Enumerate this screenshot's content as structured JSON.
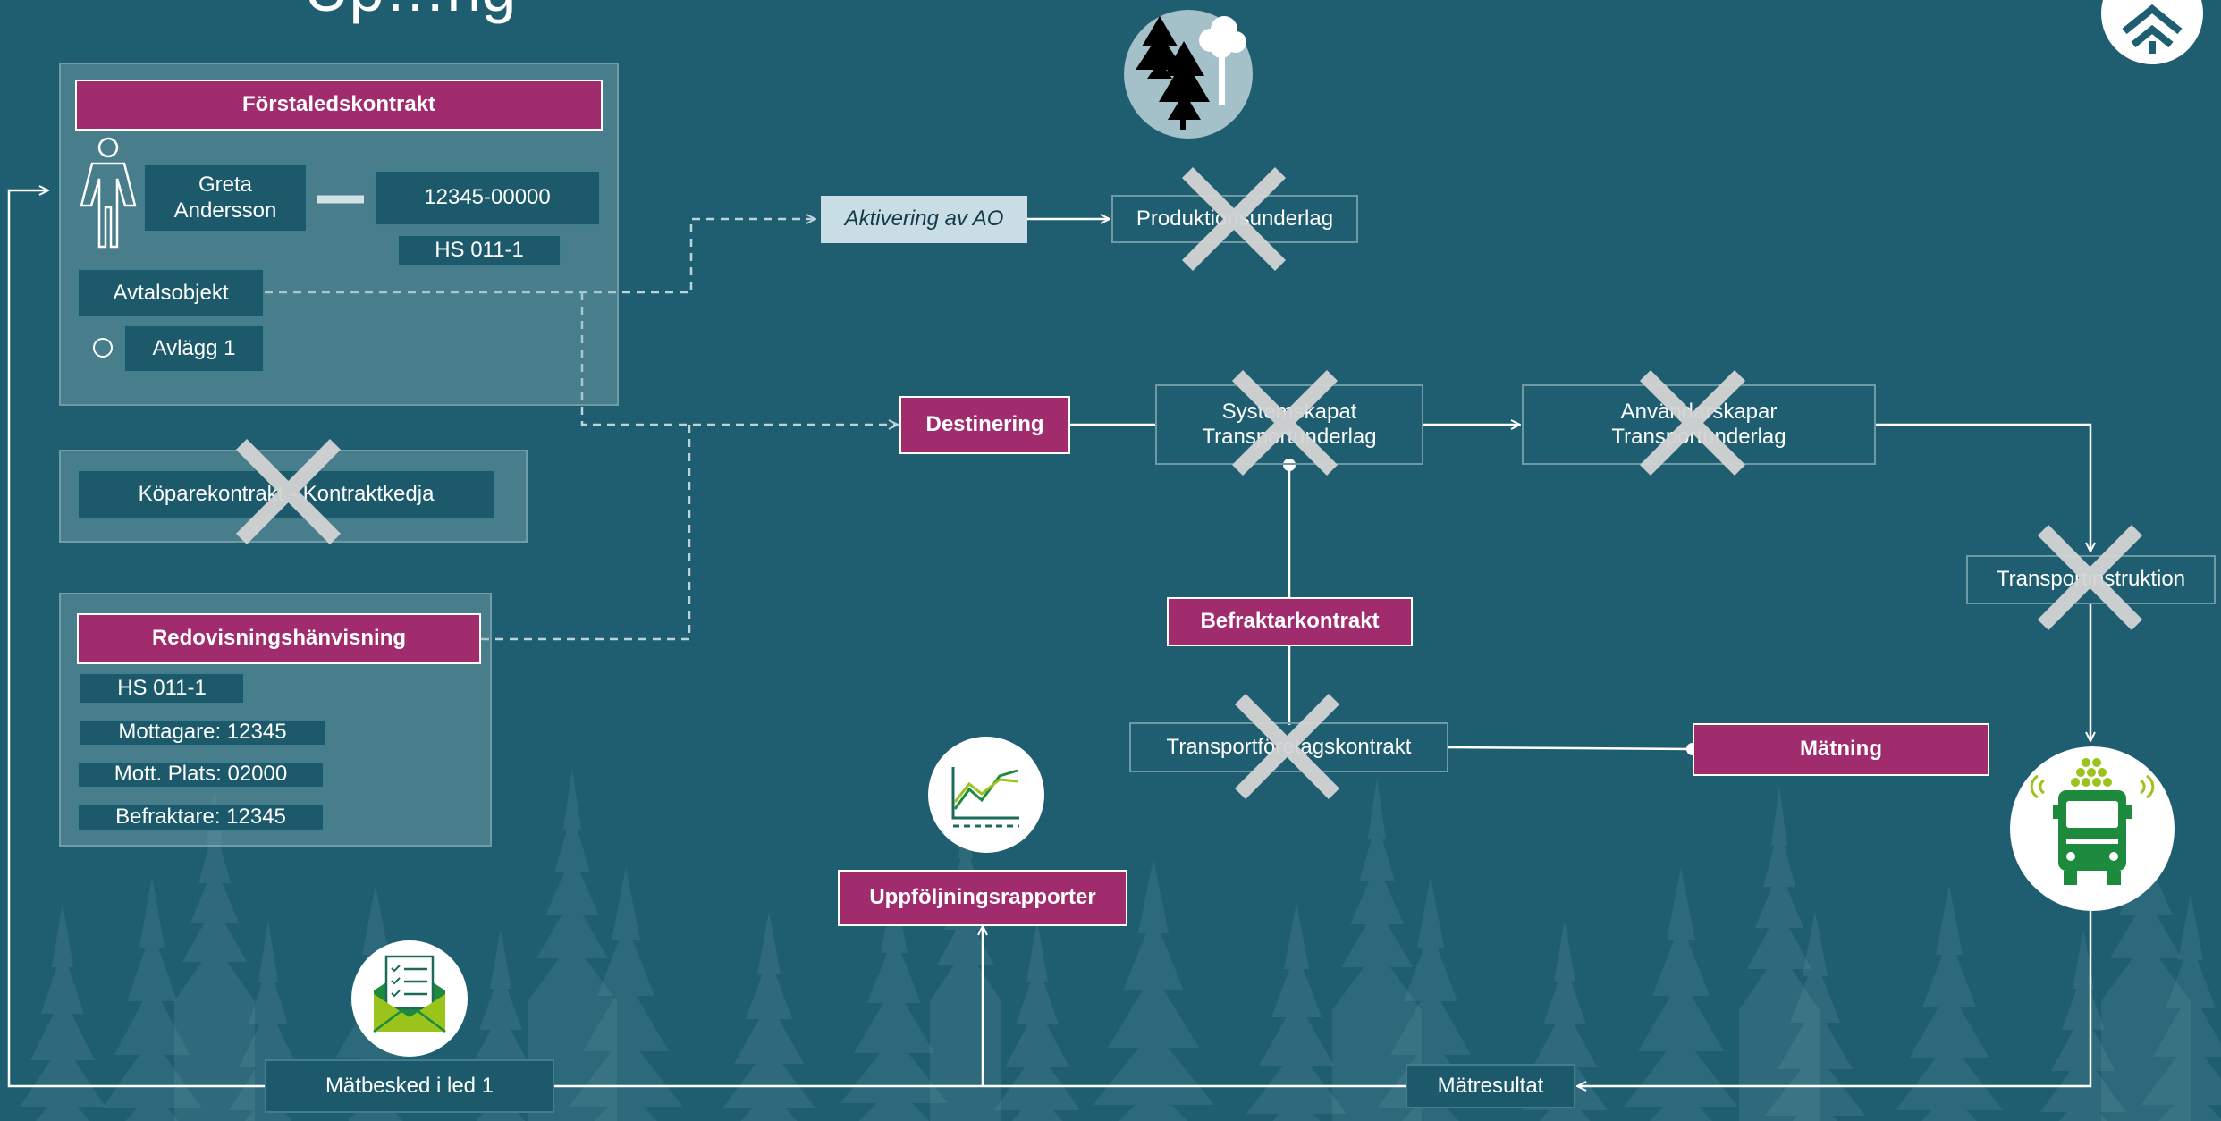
{
  "title": "Up…ng",
  "primary_contract": {
    "header": "Förstaledskontrakt",
    "person_name": "Greta\nAndersson",
    "contract_number": "12345-00000",
    "hs_code": "HS 011-1",
    "agreement_object": "Avtalsobjekt",
    "landing": "Avlägg 1"
  },
  "buyer_contract": "Köparekontrakt - Kontraktkedja",
  "accounting_reference": {
    "header": "Redovisningshänvisning",
    "items": [
      "HS 011-1",
      "Mottagare: 12345",
      "Mott. Plats: 02000",
      "Befraktare: 12345"
    ]
  },
  "flow": {
    "activation": "Aktivering av AO",
    "production_basis": "Produktionsunderlag",
    "destination": "Destinering",
    "system_transport_basis": "Systemskapat\nTransportunderlag",
    "user_transport_basis": "Användarskapar\nTransportunderlag",
    "transport_instruction": "Transportinstruktion",
    "freight_contract": "Befraktarkontrakt",
    "transport_agreement": "Transportföretagskontrakt",
    "measurement": "Mätning",
    "follow_up_reports": "Uppföljningsrapporter",
    "measurement_notice": "Mätbesked i led 1",
    "measurement_result": "Mätresultat"
  },
  "colors": {
    "background": "#1f5e70",
    "accent": "#a02b6d",
    "icon_green": "#1e8a3e",
    "icon_lime": "#9ac31c",
    "cross": "#d4d4d4"
  },
  "icons": [
    "forest-icon",
    "person-icon",
    "chart-icon",
    "envelope-checklist-icon",
    "truck-icon",
    "logo-icon"
  ]
}
